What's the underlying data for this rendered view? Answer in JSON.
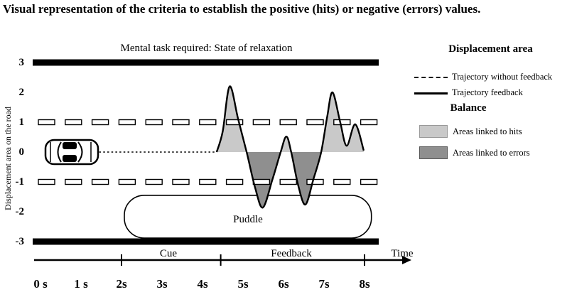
{
  "title": "Visual representation of the criteria to establish the positive (hits) or negative (errors) values.",
  "colors": {
    "hits": "#c9c9c9",
    "errors": "#8f8f8f",
    "ink": "#000000",
    "background": "#ffffff"
  },
  "legend": {
    "displacement_title": "Displacement area",
    "trajectory_without_feedback": "Trajectory without feedback",
    "trajectory_feedback": "Trajectory feedback",
    "balance_title": "Balance",
    "hits": "Areas linked to hits",
    "errors": "Areas linked to errors"
  },
  "chart_data": {
    "type": "line",
    "title": "Mental task required: State of relaxation",
    "xlabel": "Time",
    "ylabel": "Displacement area on the road",
    "x_range_s": [
      0,
      8
    ],
    "y_range": [
      -3,
      3
    ],
    "x_tick_labels": [
      "0 s",
      "1 s",
      "2s",
      "3s",
      "4s",
      "5s",
      "6s",
      "7s",
      "8s"
    ],
    "y_tick_values": [
      3,
      2,
      1,
      0,
      -1,
      -2,
      -3
    ],
    "road_edge_values": [
      3,
      -3
    ],
    "lane_marker_values": [
      1,
      -1
    ],
    "phases": [
      {
        "label": "Cue",
        "from_s": 2,
        "to_s": 4.45
      },
      {
        "label": "Feedback",
        "from_s": 4.45,
        "to_s": 8
      }
    ],
    "car": {
      "t_s": 0.75,
      "u": 0
    },
    "trajectory_without_feedback": {
      "style": "dotted",
      "u": 0,
      "from_s": 1.45,
      "to_s": 4.35
    },
    "trajectory_feedback": {
      "style": "solid",
      "points_t_u": [
        [
          4.35,
          0
        ],
        [
          4.5,
          0.7
        ],
        [
          4.67,
          2.2
        ],
        [
          4.88,
          1.1
        ],
        [
          5.09,
          0
        ],
        [
          5.3,
          -1.2
        ],
        [
          5.49,
          -1.86
        ],
        [
          5.72,
          -0.95
        ],
        [
          5.93,
          0
        ],
        [
          6.07,
          0.52
        ],
        [
          6.19,
          0
        ],
        [
          6.36,
          -1.1
        ],
        [
          6.54,
          -1.76
        ],
        [
          6.74,
          -0.9
        ],
        [
          6.93,
          0
        ],
        [
          7.08,
          1.2
        ],
        [
          7.21,
          2.0
        ],
        [
          7.4,
          1.0
        ],
        [
          7.56,
          0.21
        ],
        [
          7.77,
          0.93
        ],
        [
          7.98,
          0.05
        ]
      ]
    },
    "puddle": {
      "label": "Puddle",
      "from_s": 2.07,
      "to_s": 8.17,
      "u_top": -1.45,
      "u_bottom": -2.88
    },
    "shading": {
      "hits": "area between feedback trajectory and 0 where u > 0",
      "errors": "area between feedback trajectory and 0 where u < 0"
    }
  }
}
